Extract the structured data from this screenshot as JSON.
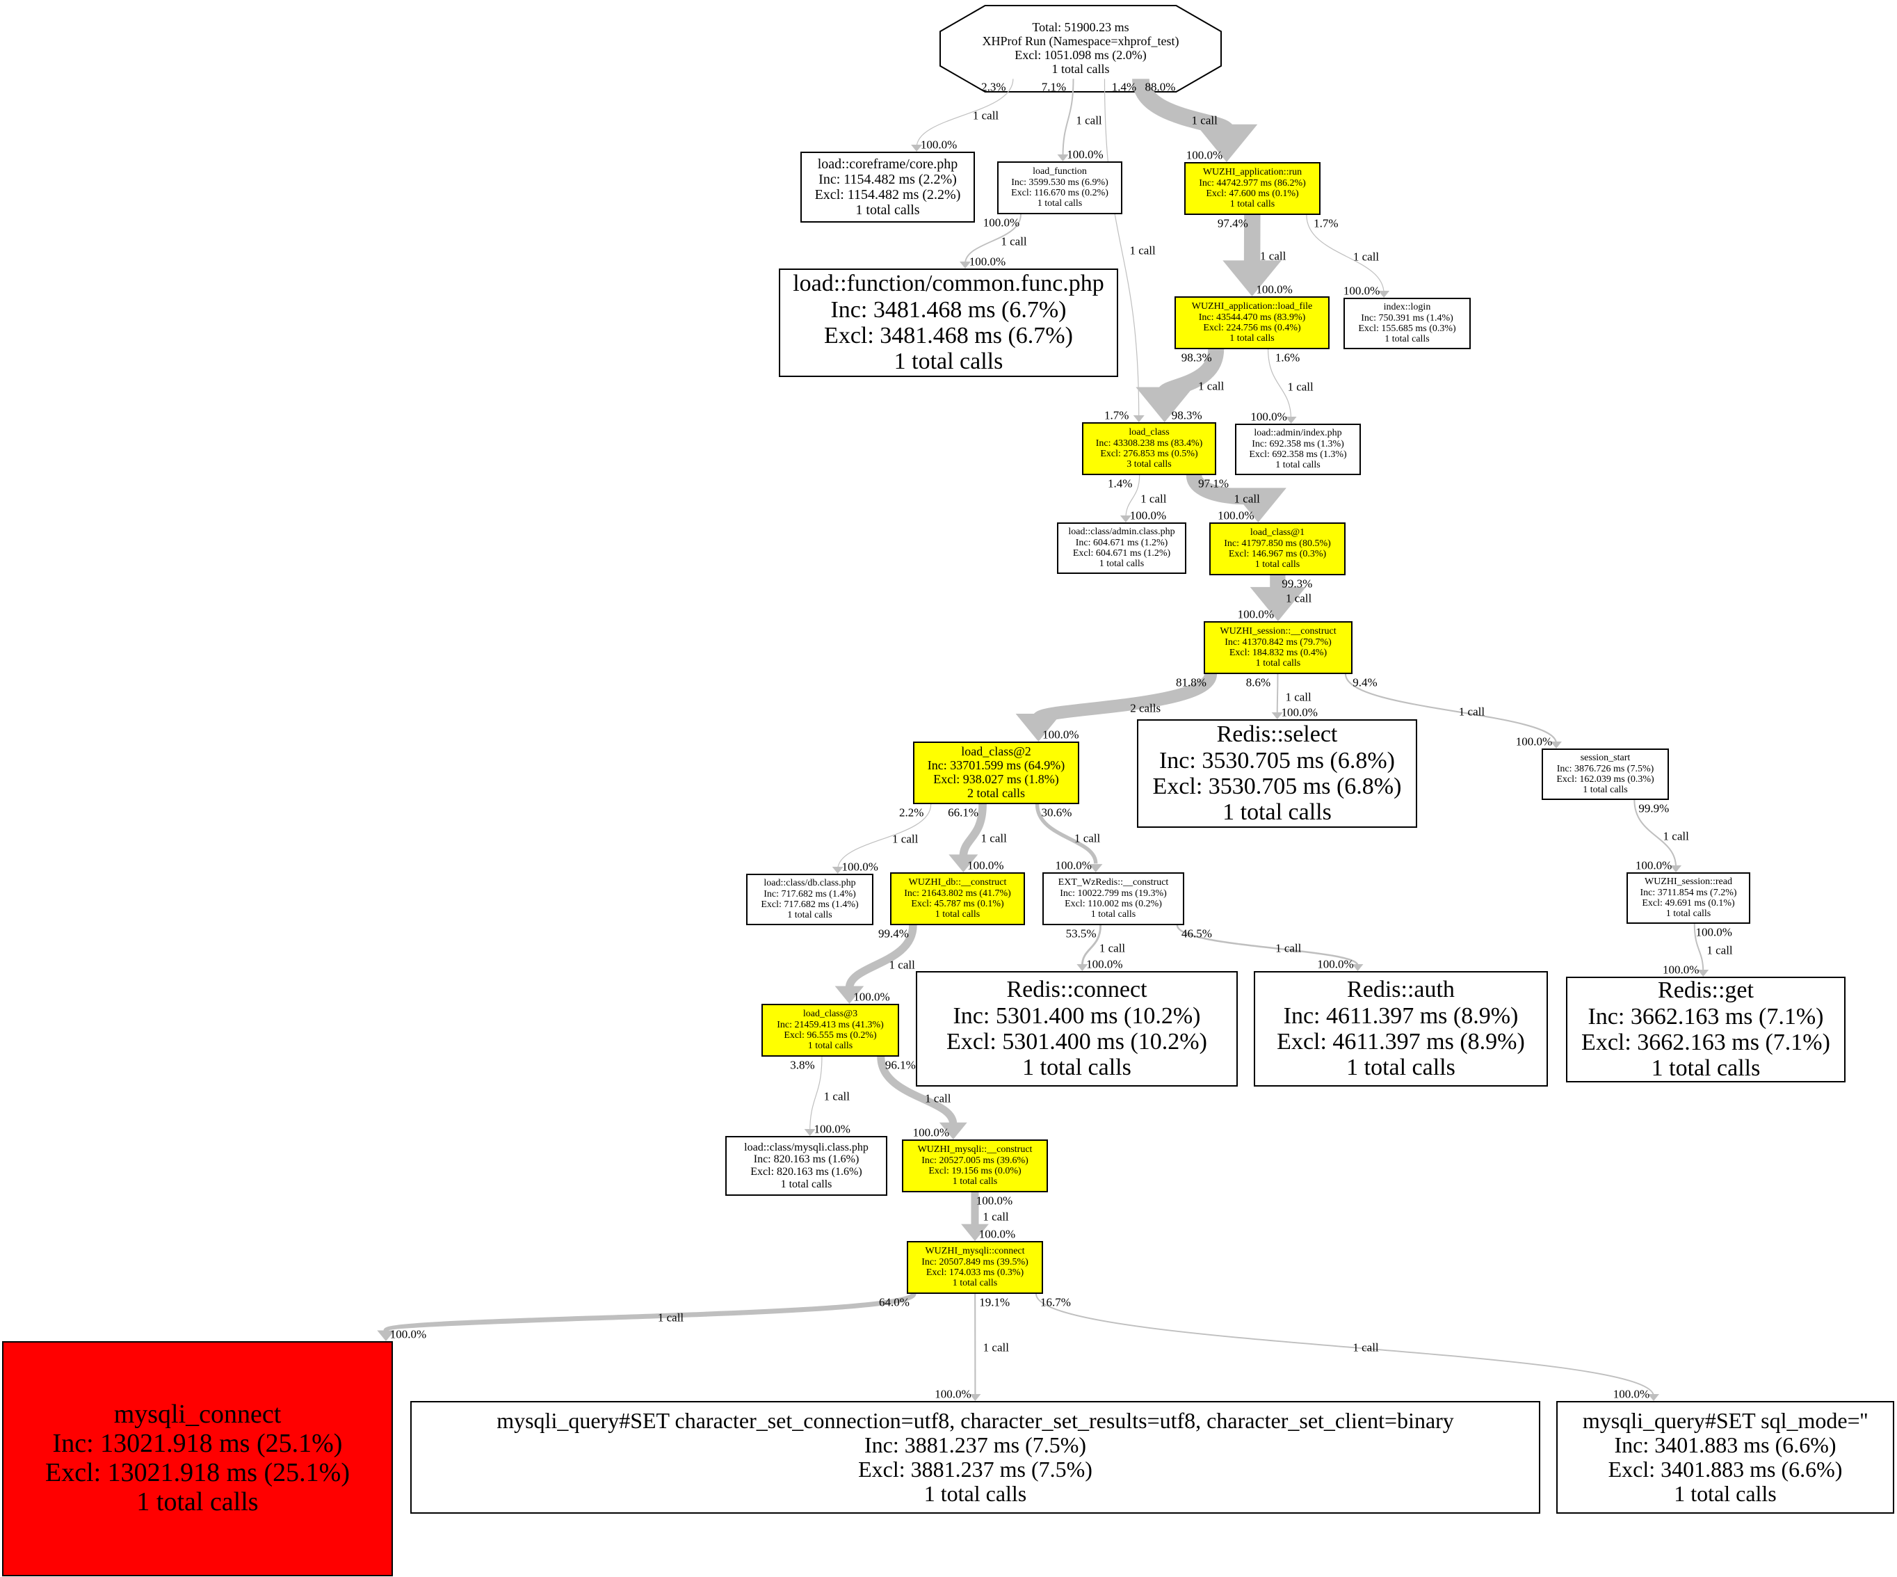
{
  "colors": {
    "highlight": "#ffff00",
    "hot": "#ff0000",
    "edge": "#bfbfbf",
    "border": "#000000"
  },
  "root": {
    "lines": [
      "Total: 51900.23 ms",
      "XHProf Run (Namespace=xhprof_test)",
      "Excl: 1051.098 ms (2.0%)",
      "1 total calls"
    ]
  },
  "nodes": [
    {
      "id": "core",
      "color": "white",
      "lines": [
        "load::coreframe/core.php",
        "Inc: 1154.482 ms (2.2%)",
        "Excl: 1154.482 ms (2.2%)",
        "1 total calls"
      ]
    },
    {
      "id": "loadfunc",
      "color": "white",
      "lines": [
        "load_function",
        "Inc: 3599.530 ms (6.9%)",
        "Excl: 116.670 ms (0.2%)",
        "1 total calls"
      ]
    },
    {
      "id": "commonfunc",
      "color": "white",
      "lines": [
        "load::function/common.func.php",
        "Inc: 3481.468 ms (6.7%)",
        "Excl: 3481.468 ms (6.7%)",
        "1 total calls"
      ]
    },
    {
      "id": "apprun",
      "color": "yellow",
      "lines": [
        "WUZHI_application::run",
        "Inc: 44742.977 ms (86.2%)",
        "Excl: 47.600 ms (0.1%)",
        "1 total calls"
      ]
    },
    {
      "id": "loadfile",
      "color": "yellow",
      "lines": [
        "WUZHI_application::load_file",
        "Inc: 43544.470 ms (83.9%)",
        "Excl: 224.756 ms (0.4%)",
        "1 total calls"
      ]
    },
    {
      "id": "login",
      "color": "white",
      "lines": [
        "index::login",
        "Inc: 750.391 ms (1.4%)",
        "Excl: 155.685 ms (0.3%)",
        "1 total calls"
      ]
    },
    {
      "id": "loadclass",
      "color": "yellow",
      "lines": [
        "load_class",
        "Inc: 43308.238 ms (83.4%)",
        "Excl: 276.853 ms (0.5%)",
        "3 total calls"
      ]
    },
    {
      "id": "adminindex",
      "color": "white",
      "lines": [
        "load::admin/index.php",
        "Inc: 692.358 ms (1.3%)",
        "Excl: 692.358 ms (1.3%)",
        "1 total calls"
      ]
    },
    {
      "id": "adminclass",
      "color": "white",
      "lines": [
        "load::class/admin.class.php",
        "Inc: 604.671 ms (1.2%)",
        "Excl: 604.671 ms (1.2%)",
        "1 total calls"
      ]
    },
    {
      "id": "loadclass1",
      "color": "yellow",
      "lines": [
        "load_class@1",
        "Inc: 41797.850 ms (80.5%)",
        "Excl: 146.967 ms (0.3%)",
        "1 total calls"
      ]
    },
    {
      "id": "session",
      "color": "yellow",
      "lines": [
        "WUZHI_session::__construct",
        "Inc: 41370.842 ms (79.7%)",
        "Excl: 184.832 ms (0.4%)",
        "1 total calls"
      ]
    },
    {
      "id": "loadclass2",
      "color": "yellow",
      "lines": [
        "load_class@2",
        "Inc: 33701.599 ms (64.9%)",
        "Excl: 938.027 ms (1.8%)",
        "2 total calls"
      ]
    },
    {
      "id": "redisselect",
      "color": "white",
      "lines": [
        "Redis::select",
        "Inc: 3530.705 ms (6.8%)",
        "Excl: 3530.705 ms (6.8%)",
        "1 total calls"
      ]
    },
    {
      "id": "sessionstart",
      "color": "white",
      "lines": [
        "session_start",
        "Inc: 3876.726 ms (7.5%)",
        "Excl: 162.039 ms (0.3%)",
        "1 total calls"
      ]
    },
    {
      "id": "dbclass",
      "color": "white",
      "lines": [
        "load::class/db.class.php",
        "Inc: 717.682 ms (1.4%)",
        "Excl: 717.682 ms (1.4%)",
        "1 total calls"
      ]
    },
    {
      "id": "dbconstruct",
      "color": "yellow",
      "lines": [
        "WUZHI_db::__construct",
        "Inc: 21643.802 ms (41.7%)",
        "Excl: 45.787 ms (0.1%)",
        "1 total calls"
      ]
    },
    {
      "id": "extredis",
      "color": "white",
      "lines": [
        "EXT_WzRedis::__construct",
        "Inc: 10022.799 ms (19.3%)",
        "Excl: 110.002 ms (0.2%)",
        "1 total calls"
      ]
    },
    {
      "id": "sessionread",
      "color": "white",
      "lines": [
        "WUZHI_session::read",
        "Inc: 3711.854 ms (7.2%)",
        "Excl: 49.691 ms (0.1%)",
        "1 total calls"
      ]
    },
    {
      "id": "loadclass3",
      "color": "yellow",
      "lines": [
        "load_class@3",
        "Inc: 21459.413 ms (41.3%)",
        "Excl: 96.555 ms (0.2%)",
        "1 total calls"
      ]
    },
    {
      "id": "redisconnect",
      "color": "white",
      "lines": [
        "Redis::connect",
        "Inc: 5301.400 ms (10.2%)",
        "Excl: 5301.400 ms (10.2%)",
        "1 total calls"
      ]
    },
    {
      "id": "redisauth",
      "color": "white",
      "lines": [
        "Redis::auth",
        "Inc: 4611.397 ms (8.9%)",
        "Excl: 4611.397 ms (8.9%)",
        "1 total calls"
      ]
    },
    {
      "id": "redisget",
      "color": "white",
      "lines": [
        "Redis::get",
        "Inc: 3662.163 ms (7.1%)",
        "Excl: 3662.163 ms (7.1%)",
        "1 total calls"
      ]
    },
    {
      "id": "mysqliclass",
      "color": "white",
      "lines": [
        "load::class/mysqli.class.php",
        "Inc: 820.163 ms (1.6%)",
        "Excl: 820.163 ms (1.6%)",
        "1 total calls"
      ]
    },
    {
      "id": "mysqliconstruct",
      "color": "yellow",
      "lines": [
        "WUZHI_mysqli::__construct",
        "Inc: 20527.005 ms (39.6%)",
        "Excl: 19.156 ms (0.0%)",
        "1 total calls"
      ]
    },
    {
      "id": "mysqlidoconnect",
      "color": "yellow",
      "lines": [
        "WUZHI_mysqli::connect",
        "Inc: 20507.849 ms (39.5%)",
        "Excl: 174.033 ms (0.3%)",
        "1 total calls"
      ]
    },
    {
      "id": "mysqliconnect",
      "color": "red",
      "lines": [
        "mysqli_connect",
        "Inc: 13021.918 ms (25.1%)",
        "Excl: 13021.918 ms (25.1%)",
        "1 total calls"
      ]
    },
    {
      "id": "querycharset",
      "color": "white",
      "lines": [
        "mysqli_query#SET character_set_connection=utf8, character_set_results=utf8, character_set_client=binary",
        "Inc: 3881.237 ms (7.5%)",
        "Excl: 3881.237 ms (7.5%)",
        "1 total calls"
      ]
    },
    {
      "id": "querysqlmode",
      "color": "white",
      "lines": [
        "mysqli_query#SET sql_mode=''",
        "Inc: 3401.883 ms (6.6%)",
        "Excl: 3401.883 ms (6.6%)",
        "1 total calls"
      ]
    }
  ],
  "edges": [
    {
      "from": "root",
      "to": "core",
      "tail": "2.3%",
      "calls": "1 call",
      "head": "100.0%",
      "weight": 2.3
    },
    {
      "from": "root",
      "to": "loadfunc",
      "tail": "7.1%",
      "calls": "1 call",
      "head": "100.0%",
      "weight": 7.1
    },
    {
      "from": "root",
      "to": "loadclass",
      "tail": "1.4%",
      "calls": "1 call",
      "head": "1.7%",
      "weight": 1.4
    },
    {
      "from": "root",
      "to": "apprun",
      "tail": "88.0%",
      "calls": "1 call",
      "head": "100.0%",
      "weight": 88.0
    },
    {
      "from": "loadfunc",
      "to": "commonfunc",
      "tail": "100.0%",
      "calls": "1 call",
      "head": "100.0%",
      "weight": 6.7
    },
    {
      "from": "apprun",
      "to": "loadfile",
      "tail": "97.4%",
      "calls": "1 call",
      "head": "100.0%",
      "weight": 83.9
    },
    {
      "from": "apprun",
      "to": "login",
      "tail": "1.7%",
      "calls": "1 call",
      "head": "100.0%",
      "weight": 1.4
    },
    {
      "from": "loadfile",
      "to": "loadclass",
      "tail": "98.3%",
      "calls": "1 call",
      "head": "98.3%",
      "weight": 82.0
    },
    {
      "from": "loadfile",
      "to": "adminindex",
      "tail": "1.6%",
      "calls": "1 call",
      "head": "100.0%",
      "weight": 1.3
    },
    {
      "from": "loadclass",
      "to": "adminclass",
      "tail": "1.4%",
      "calls": "1 call",
      "head": "100.0%",
      "weight": 1.2
    },
    {
      "from": "loadclass",
      "to": "loadclass1",
      "tail": "97.1%",
      "calls": "1 call",
      "head": "100.0%",
      "weight": 80.5
    },
    {
      "from": "loadclass1",
      "to": "session",
      "tail": "99.3%",
      "calls": "1 call",
      "head": "100.0%",
      "weight": 79.7
    },
    {
      "from": "session",
      "to": "loadclass2",
      "tail": "81.8%",
      "calls": "2 calls",
      "head": "100.0%",
      "weight": 64.9
    },
    {
      "from": "session",
      "to": "redisselect",
      "tail": "8.6%",
      "calls": "1 call",
      "head": "100.0%",
      "weight": 6.8
    },
    {
      "from": "session",
      "to": "sessionstart",
      "tail": "9.4%",
      "calls": "1 call",
      "head": "100.0%",
      "weight": 7.5
    },
    {
      "from": "loadclass2",
      "to": "dbclass",
      "tail": "2.2%",
      "calls": "1 call",
      "head": "100.0%",
      "weight": 1.4
    },
    {
      "from": "loadclass2",
      "to": "dbconstruct",
      "tail": "66.1%",
      "calls": "1 call",
      "head": "100.0%",
      "weight": 41.7
    },
    {
      "from": "loadclass2",
      "to": "extredis",
      "tail": "30.6%",
      "calls": "1 call",
      "head": "100.0%",
      "weight": 19.3
    },
    {
      "from": "sessionstart",
      "to": "sessionread",
      "tail": "99.9%",
      "calls": "1 call",
      "head": "100.0%",
      "weight": 7.2
    },
    {
      "from": "dbconstruct",
      "to": "loadclass3",
      "tail": "99.4%",
      "calls": "1 call",
      "head": "100.0%",
      "weight": 41.3
    },
    {
      "from": "extredis",
      "to": "redisconnect",
      "tail": "53.5%",
      "calls": "1 call",
      "head": "100.0%",
      "weight": 10.2
    },
    {
      "from": "extredis",
      "to": "redisauth",
      "tail": "46.5%",
      "calls": "1 call",
      "head": "100.0%",
      "weight": 8.9
    },
    {
      "from": "sessionread",
      "to": "redisget",
      "tail": "100.0%",
      "calls": "1 call",
      "head": "100.0%",
      "weight": 7.1
    },
    {
      "from": "loadclass3",
      "to": "mysqliclass",
      "tail": "3.8%",
      "calls": "1 call",
      "head": "100.0%",
      "weight": 1.6
    },
    {
      "from": "loadclass3",
      "to": "mysqliconstruct",
      "tail": "96.1%",
      "calls": "1 call",
      "head": "100.0%",
      "weight": 39.6
    },
    {
      "from": "mysqliconstruct",
      "to": "mysqlidoconnect",
      "tail": "100.0%",
      "calls": "1 call",
      "head": "100.0%",
      "weight": 39.5
    },
    {
      "from": "mysqlidoconnect",
      "to": "mysqliconnect",
      "tail": "64.0%",
      "calls": "1 call",
      "head": "100.0%",
      "weight": 25.1
    },
    {
      "from": "mysqlidoconnect",
      "to": "querycharset",
      "tail": "19.1%",
      "calls": "1 call",
      "head": "100.0%",
      "weight": 7.5
    },
    {
      "from": "mysqlidoconnect",
      "to": "querysqlmode",
      "tail": "16.7%",
      "calls": "1 call",
      "head": "100.0%",
      "weight": 6.6
    }
  ]
}
